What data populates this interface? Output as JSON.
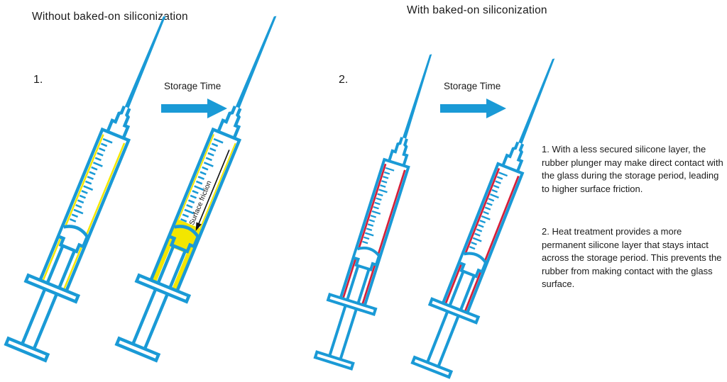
{
  "headings": {
    "left": "Without baked-on siliconization",
    "right": "With baked-on siliconization"
  },
  "panels": [
    {
      "number": "1.",
      "arrow_label": "Storage Time",
      "annotation": "Surface friction",
      "silicone_color": "#f2e600"
    },
    {
      "number": "2.",
      "arrow_label": "Storage Time",
      "silicone_color": "#d4203a"
    }
  ],
  "descriptions": [
    {
      "number": "1.",
      "text": "With a less secured silicone layer, the rubber plunger may make direct contact with the glass during the storage period, leading to higher surface friction."
    },
    {
      "number": "2.",
      "text": "Heat treatment provides a more permanent silicone layer that stays intact across the storage period. This prevents the rubber from making contact with the glass surface."
    }
  ],
  "colors": {
    "syringe": "#1a9ad6",
    "arrow": "#1a9ad6",
    "silicone_unbaked": "#f2e600",
    "silicone_baked": "#d4203a"
  }
}
